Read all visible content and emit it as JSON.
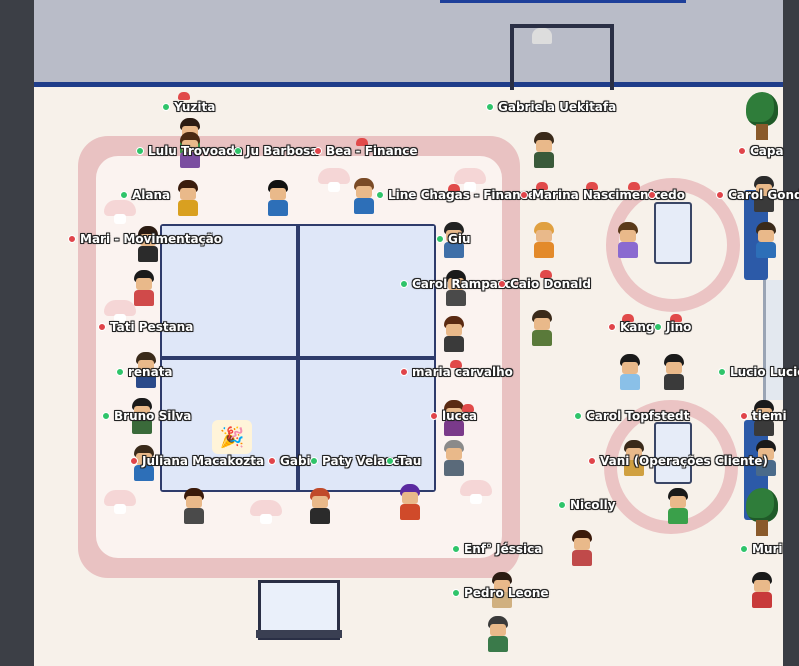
{
  "colors": {
    "online": "#2fc46a",
    "busy": "#e0444a",
    "floor": "#f7f1ea",
    "rug": "#e9c2c2",
    "wall_trim": "#1f3d8a"
  },
  "emoji": "🎉",
  "players": [
    {
      "name": "Yuzita",
      "status": "online",
      "color": "#2fc46a",
      "hair": "#2b1b12",
      "shirt": "#3a8f4a"
    },
    {
      "name": "Lulu Trovoada",
      "status": "online",
      "color": "#2fc46a",
      "hair": "#4a2a12",
      "shirt": "#7b4ea0"
    },
    {
      "name": "Ju Barbosa",
      "status": "online",
      "color": "#2fc46a",
      "hair": "#111",
      "shirt": "#2d6fb8"
    },
    {
      "name": "Bea - Finance",
      "status": "busy",
      "color": "#e0444a",
      "hair": "#7a4a26",
      "shirt": "#2d6fb8"
    },
    {
      "name": "Alana",
      "status": "online",
      "color": "#2fc46a",
      "hair": "#3a1d0e",
      "shirt": "#d9a020"
    },
    {
      "name": "Line Chagas - Finance",
      "status": "online",
      "color": "#2fc46a",
      "hair": "#222",
      "shirt": "#3f6fa8"
    },
    {
      "name": "Marina Nascimento",
      "status": "busy",
      "color": "#e0444a",
      "hair": "#e0a040",
      "shirt": "#e38a2a"
    },
    {
      "name": "edo",
      "status": "busy",
      "color": "#e0444a",
      "hair": "#5a3a1a",
      "shirt": "#8a6ad0"
    },
    {
      "name": "Mari - Movimentação",
      "status": "busy",
      "color": "#e0444a",
      "hair": "#2b1b12",
      "shirt": "#2b2b2b"
    },
    {
      "name": "Giu",
      "status": "online",
      "color": "#2fc46a",
      "hair": "#1a1a1a",
      "shirt": "#4a4a4a"
    },
    {
      "name": "Carol Rampazo",
      "status": "online",
      "color": "#2fc46a",
      "hair": "#5a2a12",
      "shirt": "#3a3a3a"
    },
    {
      "name": "Caio Donald",
      "status": "busy",
      "color": "#e0444a",
      "hair": "#3a2a1a",
      "shirt": "#5a7a3a"
    },
    {
      "name": "Tati Pestana",
      "status": "busy",
      "color": "#e0444a",
      "hair": "#1a1a1a",
      "shirt": "#d04a4a"
    },
    {
      "name": "Kang",
      "status": "busy",
      "color": "#e0444a",
      "hair": "#1a1a1a",
      "shirt": "#8ac0e8"
    },
    {
      "name": "Jino",
      "status": "online",
      "color": "#2fc46a",
      "hair": "#1a1a1a",
      "shirt": "#3a3a3a"
    },
    {
      "name": "renata",
      "status": "online",
      "color": "#2fc46a",
      "hair": "#3a2a1a",
      "shirt": "#2b4a8a"
    },
    {
      "name": "maria carvalho",
      "status": "busy",
      "color": "#e0444a",
      "hair": "#5a2a12",
      "shirt": "#7a3a8a"
    },
    {
      "name": "Lucio Lucio",
      "status": "online",
      "color": "#2fc46a",
      "hair": "#1a1a1a",
      "shirt": "#3a3a3a"
    },
    {
      "name": "Bruno Silva",
      "status": "online",
      "color": "#2fc46a",
      "hair": "#1a1a1a",
      "shirt": "#3a6a3a"
    },
    {
      "name": "lucca",
      "status": "busy",
      "color": "#e0444a",
      "hair": "#8a8a8a",
      "shirt": "#5a6a7a"
    },
    {
      "name": "Carol Topfstedt",
      "status": "online",
      "color": "#2fc46a",
      "hair": "#3a2a1a",
      "shirt": "#d0a040"
    },
    {
      "name": "tiemi",
      "status": "busy",
      "color": "#e0444a",
      "hair": "#1a1a1a",
      "shirt": "#4a6a8a"
    },
    {
      "name": "Juliana Macakozta",
      "status": "busy",
      "color": "#e0444a",
      "hair": "#3a2a1a",
      "shirt": "#2d6fb8"
    },
    {
      "name": "Gabi",
      "status": "busy",
      "color": "#e0444a",
      "hair": "#3a1a0a",
      "shirt": "#4a4a4a"
    },
    {
      "name": "Paty Velasco",
      "status": "online",
      "color": "#2fc46a",
      "hair": "#c04a2a",
      "shirt": "#2b2b2b"
    },
    {
      "name": "Tau",
      "status": "online",
      "color": "#2fc46a",
      "hair": "#5a2aa0",
      "shirt": "#d04a2a"
    },
    {
      "name": "Vani (Operações Cliente)",
      "status": "busy",
      "color": "#e0444a",
      "hair": "#1a1a1a",
      "shirt": "#3aa04a"
    },
    {
      "name": "Nicolly",
      "status": "online",
      "color": "#2fc46a",
      "hair": "#3a1a0a",
      "shirt": "#c04a4a"
    },
    {
      "name": "Enf° Jéssica",
      "status": "online",
      "color": "#2fc46a",
      "hair": "#2b1b12",
      "shirt": "#d0b080"
    },
    {
      "name": "Muri",
      "status": "online",
      "color": "#2fc46a",
      "hair": "#1a1a1a",
      "shirt": "#c83a3a"
    },
    {
      "name": "Pedro Leone",
      "status": "online",
      "color": "#2fc46a",
      "hair": "#3a3a3a",
      "shirt": "#3a7a4a"
    },
    {
      "name": "Capa",
      "status": "busy",
      "color": "#e0444a",
      "hair": "#2b2b2b",
      "shirt": "#3a3a3a"
    },
    {
      "name": "Carol Gond",
      "status": "busy",
      "color": "#e0444a",
      "hair": "#3a2a1a",
      "shirt": "#2d6fb8"
    },
    {
      "name": "Gabriela Uekitafa",
      "status": "online",
      "color": "#2fc46a",
      "hair": "#3a2a1a",
      "shirt": "#3a5a3a"
    }
  ]
}
